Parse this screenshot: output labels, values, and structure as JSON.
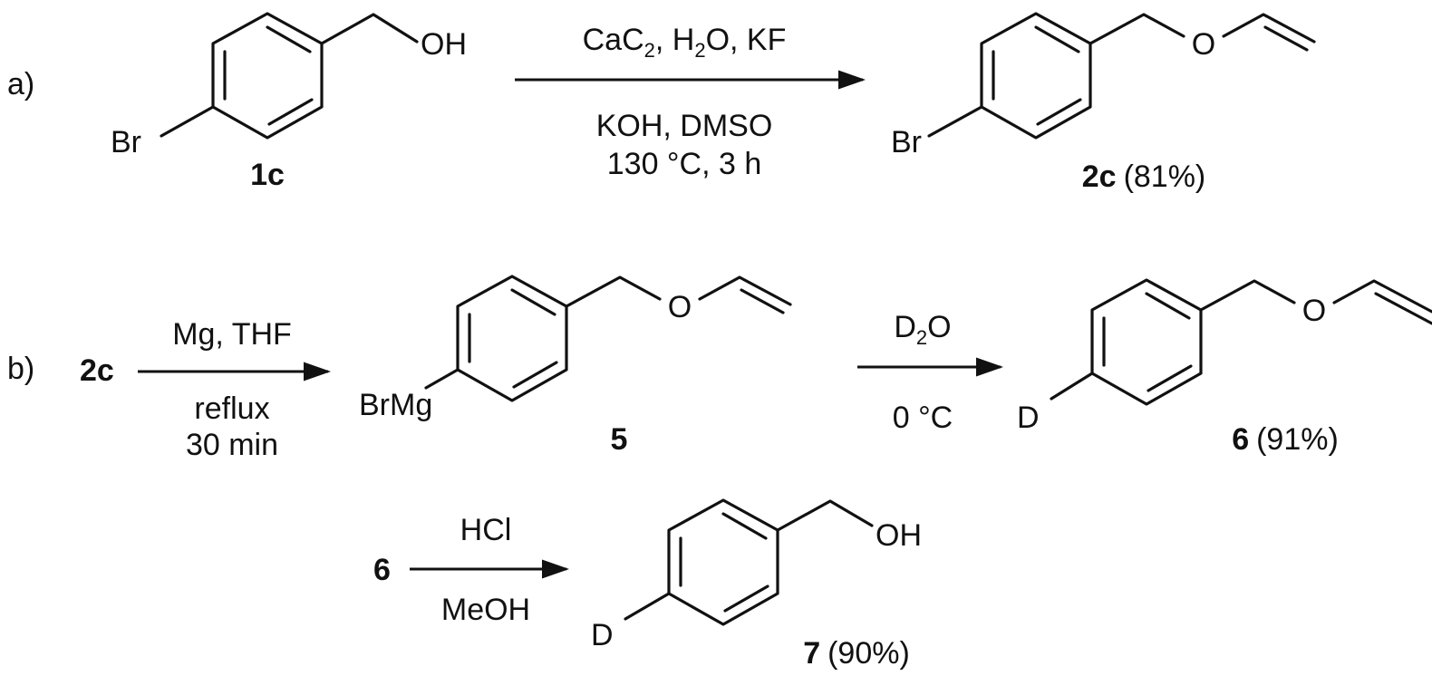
{
  "scheme": {
    "part_a": {
      "label": "a)",
      "starting_material": {
        "substituent": "Br",
        "group": "OH",
        "id": "1c"
      },
      "reagents_above": {
        "pre": "CaC",
        "sub1": "2",
        "mid": ", H",
        "sub2": "2",
        "post": "O, KF"
      },
      "conditions_line1": "KOH, DMSO",
      "conditions_line2": "130 °C, 3 h",
      "product": {
        "substituent": "Br",
        "o_label": "O",
        "id": "2c",
        "yield": "(81%)"
      }
    },
    "part_b": {
      "label": "b)",
      "starting_material_id": "2c",
      "step1": {
        "reagent": "Mg, THF",
        "cond_line1": "reflux",
        "cond_line2": "30 min"
      },
      "intermediate": {
        "substituent": "BrMg",
        "o_label": "O",
        "id": "5"
      },
      "step2": {
        "reagent_pre": "D",
        "reagent_sub": "2",
        "reagent_post": "O",
        "condition": "0 °C"
      },
      "product": {
        "substituent": "D",
        "o_label": "O",
        "id": "6",
        "yield": "(91%)"
      }
    },
    "part_c": {
      "starting_material_id": "6",
      "reagent": "HCl",
      "solvent": "MeOH",
      "product": {
        "substituent": "D",
        "group": "OH",
        "id": "7",
        "yield": "(90%)"
      }
    }
  }
}
